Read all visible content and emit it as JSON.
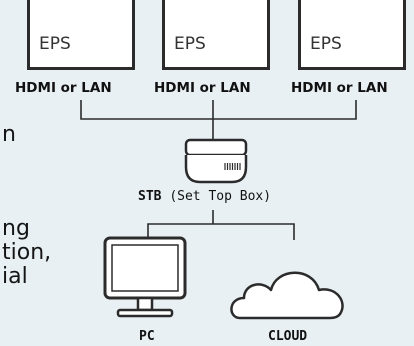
{
  "left_text": {
    "line1": "n",
    "line2": "ng",
    "line3": "tion,",
    "line4": "ial"
  },
  "screens": [
    {
      "label": "EPS",
      "connection": "HDMI or LAN"
    },
    {
      "label": "EPS",
      "connection": "HDMI or LAN"
    },
    {
      "label": "EPS",
      "connection": "HDMI or LAN"
    }
  ],
  "stb": {
    "name": "STB",
    "description": "(Set Top Box)"
  },
  "pc": {
    "label": "PC"
  },
  "cloud": {
    "label": "CLOUD"
  },
  "colors": {
    "background": "#e8f0f4",
    "stroke": "#2b2b2b",
    "fill": "#ffffff"
  }
}
